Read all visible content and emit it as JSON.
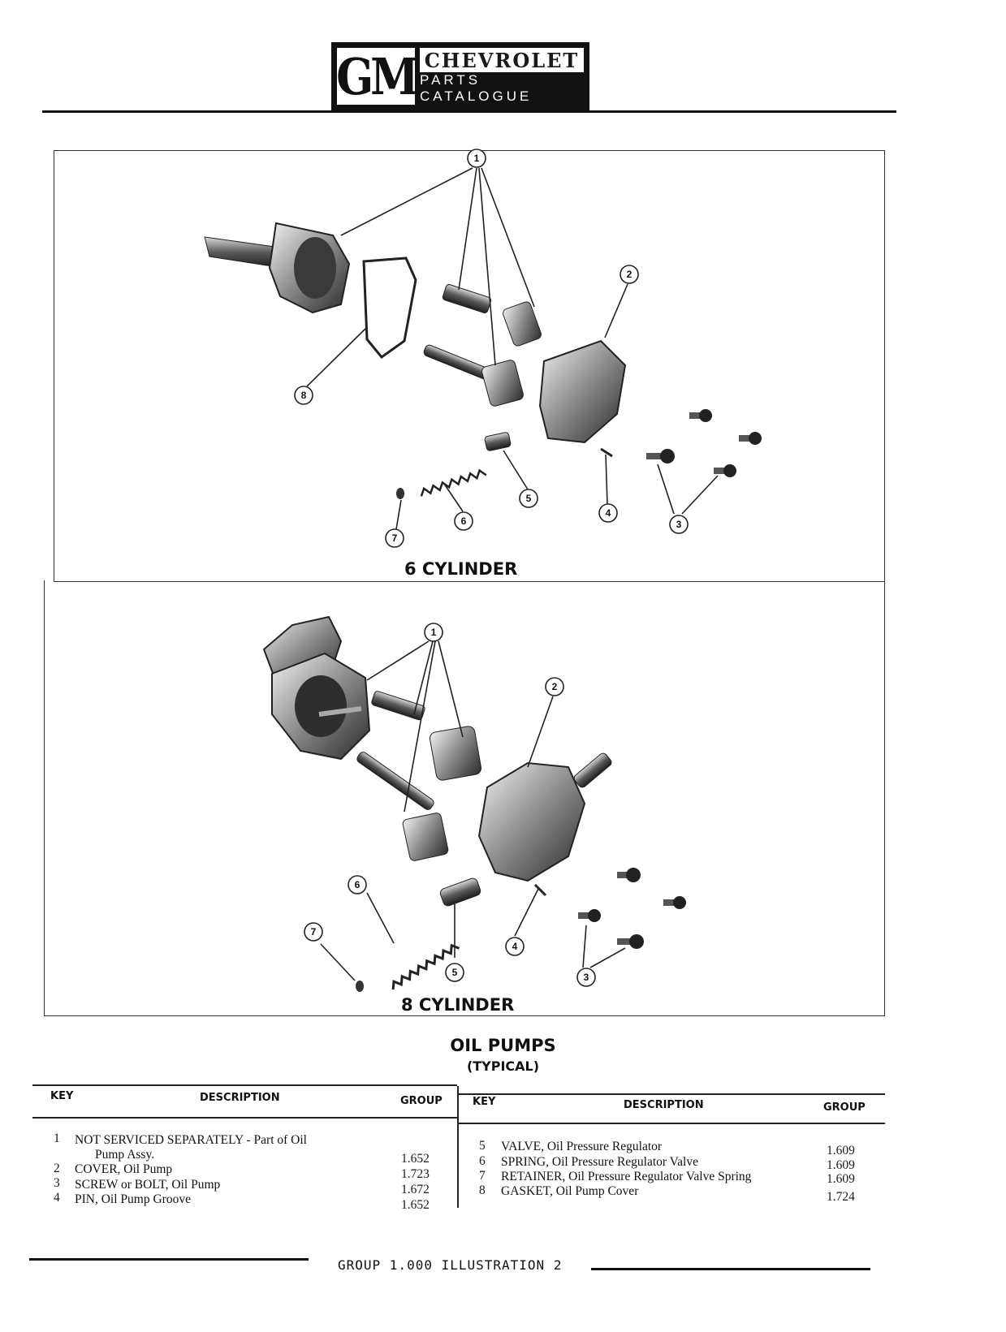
{
  "header": {
    "logo_text": "GM",
    "brand": "CHEVROLET",
    "subtitle": "PARTS CATALOGUE"
  },
  "figure": {
    "top_caption": "6 CYLINDER",
    "bottom_caption": "8 CYLINDER",
    "callouts_top": [
      "1",
      "2",
      "3",
      "4",
      "5",
      "6",
      "7",
      "8"
    ],
    "callouts_bottom": [
      "1",
      "2",
      "3",
      "4",
      "5",
      "6",
      "7"
    ]
  },
  "section": {
    "title": "OIL PUMPS",
    "subtitle": "(TYPICAL)"
  },
  "table": {
    "headers": {
      "key": "KEY",
      "description": "DESCRIPTION",
      "group": "GROUP"
    },
    "left_rows": [
      {
        "key": "1",
        "description": "NOT SERVICED SEPARATELY - Part of Oil",
        "description2": "Pump Assy.",
        "group": "1.652"
      },
      {
        "key": "2",
        "description": "COVER, Oil Pump",
        "group": "1.723"
      },
      {
        "key": "3",
        "description": "SCREW or BOLT, Oil Pump",
        "group": "1.672"
      },
      {
        "key": "4",
        "description": "PIN, Oil Pump Groove",
        "group": "1.652"
      }
    ],
    "right_rows": [
      {
        "key": "5",
        "description": "VALVE, Oil Pressure Regulator",
        "group": "1.609"
      },
      {
        "key": "6",
        "description": "SPRING, Oil Pressure Regulator Valve",
        "group": "1.609"
      },
      {
        "key": "7",
        "description": "RETAINER, Oil Pressure Regulator Valve Spring",
        "group": "1.609"
      },
      {
        "key": "8",
        "description": "GASKET, Oil Pump Cover",
        "group": "1.724"
      }
    ]
  },
  "footer": {
    "text": "GROUP 1.000 ILLUSTRATION 2"
  }
}
